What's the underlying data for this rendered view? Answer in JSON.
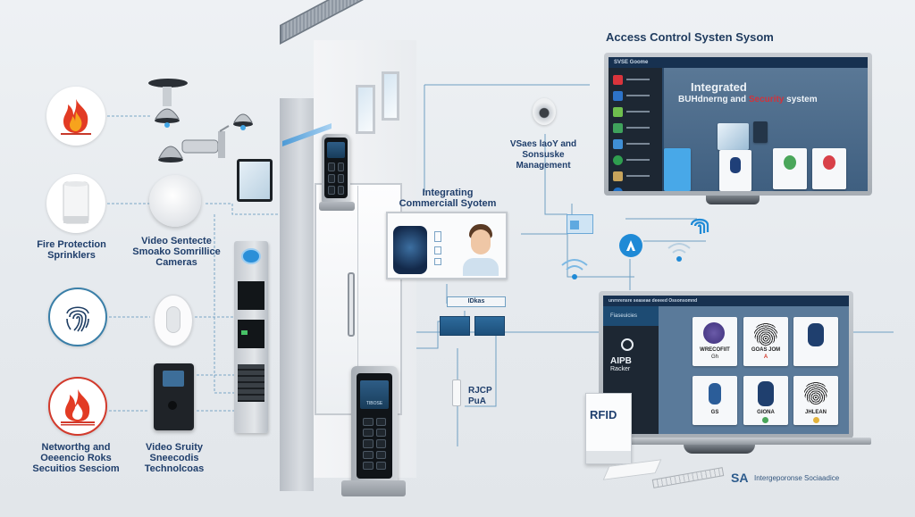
{
  "diagram": {
    "title": "Access Control Systen Sysom",
    "colors": {
      "background": "#e9ecef",
      "connector": "#6f9fc2",
      "label_text": "#1f3e6b",
      "accent_blue": "#1f8ad6",
      "accent_red": "#d23a2c"
    }
  },
  "left_labels": {
    "fire_protection": [
      "Fire Protection",
      "Sprinklers"
    ],
    "video_cameras": [
      "Video Sentecte",
      "Smoako Somrillice",
      "Cameras"
    ],
    "networking": [
      "Networthg and",
      "Oeeencio  Roks",
      "Secuitios Sesciom"
    ],
    "video_security": [
      "Video Sruity",
      "Sneecodis",
      "Technolcoas"
    ]
  },
  "left_icons": [
    {
      "name": "fire-icon",
      "style": "red-flame"
    },
    {
      "name": "smoke-detector-icon",
      "style": "white-cylinder"
    },
    {
      "name": "fingerprint-icon",
      "style": "blue-fingerprint"
    },
    {
      "name": "fire-alarm-icon",
      "style": "red-flame-outlined"
    }
  ],
  "center": {
    "management_label": [
      "VSaes laoY and",
      "Sonsuske",
      "Management"
    ],
    "commercial_panel": {
      "title": [
        "Integrating",
        "Commerciall Syotem"
      ]
    },
    "id_switch_label": "IDkas",
    "rfid_label": [
      "RJCP",
      "PuA"
    ],
    "keypad_screen_text": "TIBOSE"
  },
  "top_monitor": {
    "window_title": "SVSE Goome",
    "headline_line1": "Integrated",
    "headline_line2_a": "BUHdnerng and ",
    "headline_line2_red": "Security",
    "headline_line2_b": " system",
    "sidebar_items": [
      {
        "icon": "fire-app-icon",
        "color": "#d9343c"
      },
      {
        "icon": "ai-app-icon",
        "color": "#2d73c9"
      },
      {
        "icon": "camera-app-icon",
        "color": "#6fbf4e"
      },
      {
        "icon": "dvr-app-icon",
        "color": "#3fa25c"
      },
      {
        "icon": "access-app-icon",
        "color": "#3f8fd6"
      },
      {
        "icon": "chat-app-icon",
        "color": "#2f9e4f"
      },
      {
        "icon": "door-app-icon",
        "color": "#c8a45c"
      },
      {
        "icon": "video-app-icon",
        "color": "#1f6fc4"
      }
    ]
  },
  "bottom_monitor": {
    "window_title": "unrnrensre seaseae deeeed Ossonsomnd",
    "sidebar_header": "Fiaseuicies",
    "sidebar_brand_line1": "AIPB",
    "sidebar_brand_line2": "Racker",
    "cards": [
      {
        "label": "WRECOFIIT",
        "sub": "Gh",
        "kind": "iris"
      },
      {
        "label": "GOAS JOM",
        "sub": "A",
        "kind": "fingerprint"
      },
      {
        "label": "",
        "sub": "",
        "kind": "fob"
      },
      {
        "label": "GS",
        "sub": "",
        "kind": "card-reader"
      },
      {
        "label": "GIONA",
        "sub": "",
        "kind": "fob"
      },
      {
        "label": "JHLEAN",
        "sub": "",
        "kind": "fingerprint"
      }
    ]
  },
  "rfid_card": {
    "logo": "RFID"
  },
  "footer": {
    "logo": "SA",
    "text": "Intergeporonse Sociaadice"
  }
}
